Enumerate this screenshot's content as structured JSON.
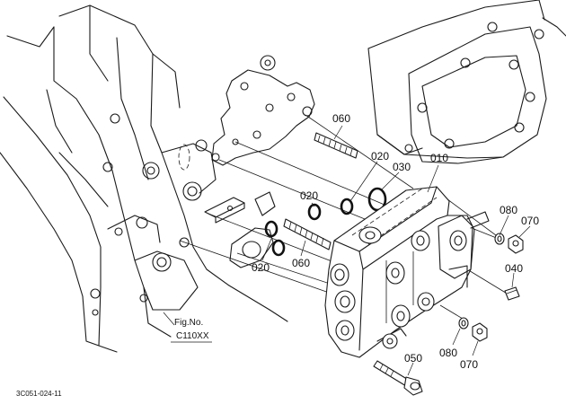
{
  "callouts": {
    "p010": "010",
    "p020_a": "020",
    "p020_b": "020",
    "p020_c": "020",
    "p030": "030",
    "p040": "040",
    "p050": "050",
    "p060_a": "060",
    "p060_b": "060",
    "p070_a": "070",
    "p070_b": "070",
    "p080_a": "080",
    "p080_b": "080"
  },
  "figure_ref": {
    "line1": "Fig.No.",
    "line2": "C110XX"
  },
  "drawing_code": "3C051-024-11"
}
